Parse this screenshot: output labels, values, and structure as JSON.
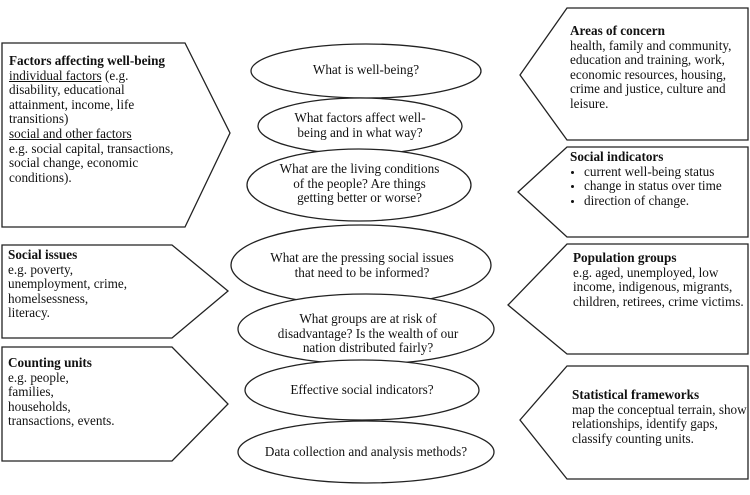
{
  "ovals": [
    "What is well-being?",
    "What factors affect well-being and in what way?",
    "What are the living conditions of the people? Are things getting better or worse?",
    "What are the pressing social issues that need to be informed?",
    "What groups are at risk of disadvantage? Is the wealth of our nation distributed fairly?",
    "Effective social indicators?",
    "Data collection and analysis methods?"
  ],
  "left": {
    "factors": {
      "title": "Factors affecting well-being",
      "sub1": "individual factors",
      "text1": " (e.g. disability, educational attainment, income, life transitions)",
      "sub2": "social and other factors",
      "text2": "e.g. social capital, transactions, social change, economic conditions)."
    },
    "issues": {
      "title": "Social issues",
      "text": "e.g. poverty, unemployment, crime, homelsessness, literacy."
    },
    "units": {
      "title": "Counting units",
      "text": "e.g. people, families, households, transactions, events."
    }
  },
  "right": {
    "concern": {
      "title": "Areas of concern",
      "text": "health, family and community, education and training, work, economic resources, housing, crime and justice, culture and leisure."
    },
    "indicators": {
      "title": "Social indicators",
      "items": [
        "current well-being status",
        "change in status over time",
        "direction of change."
      ]
    },
    "groups": {
      "title": "Population groups",
      "text": "e.g. aged, unemployed, low income, indigenous, migrants, children, retirees, crime victims."
    },
    "frameworks": {
      "title": "Statistical frameworks",
      "text": "map the conceptual terrain, show relationships, identify gaps, classify counting units."
    }
  }
}
